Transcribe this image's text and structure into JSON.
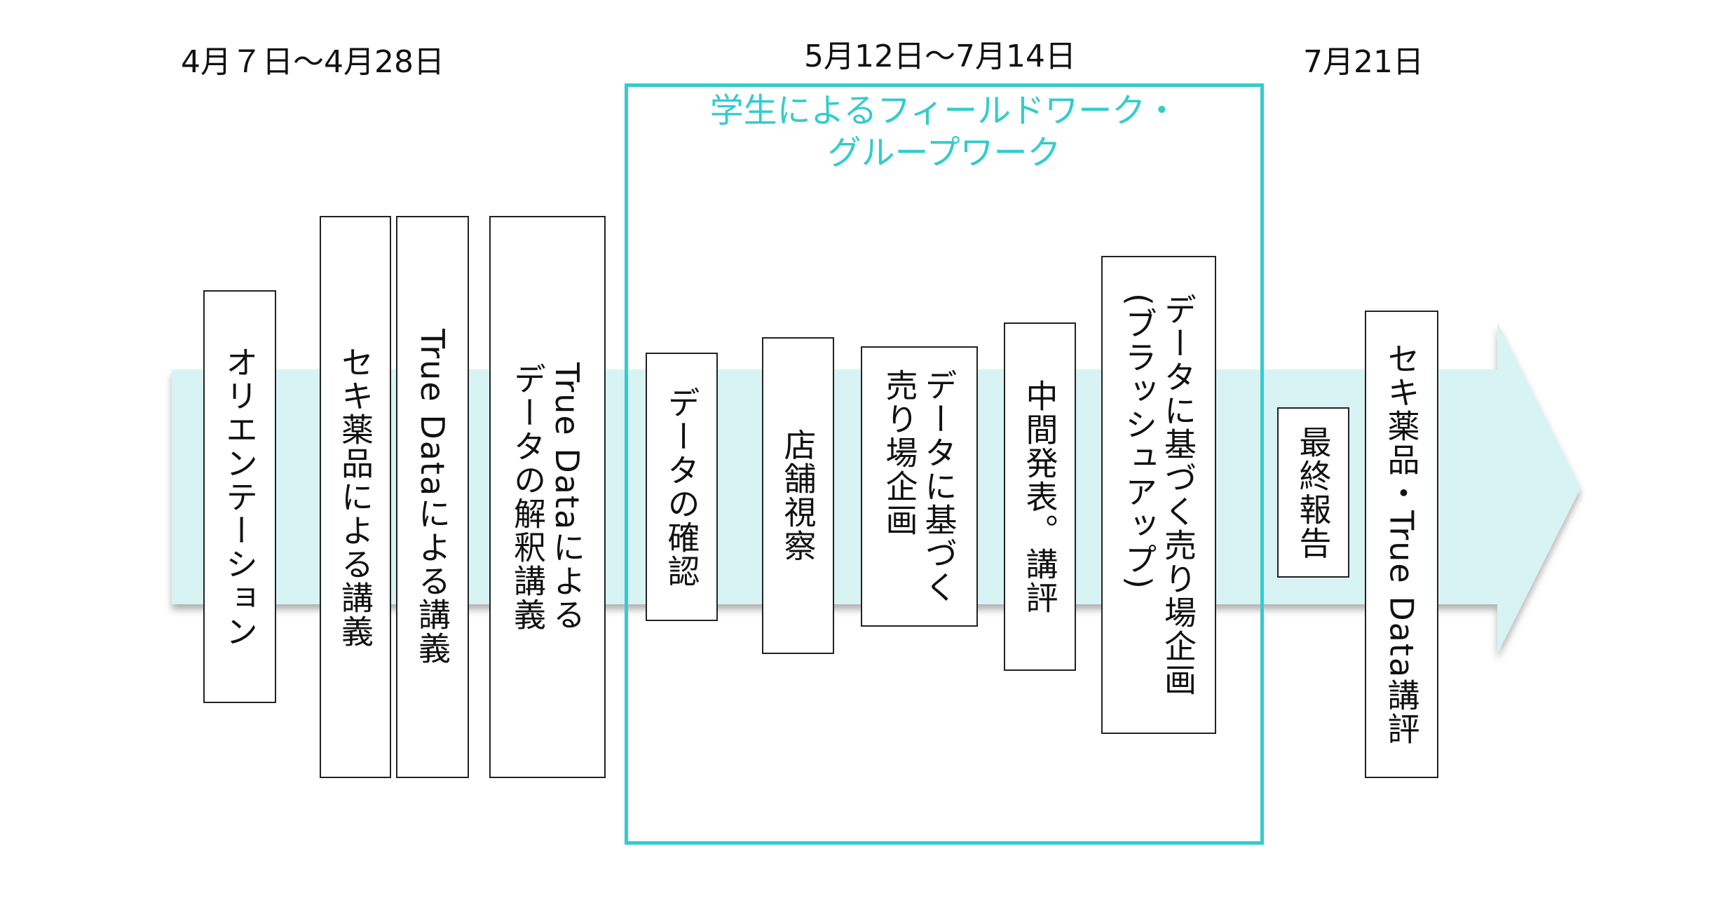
{
  "colors": {
    "accent": "#33cccc",
    "arrow_fill": "#d8f3f3"
  },
  "dates": {
    "phase1": "4月７日〜4月28日",
    "phase2": "5月12日〜7月14日",
    "phase3": "7月21日"
  },
  "fieldwork": {
    "title_line1": "学生によるフィールドワーク・",
    "title_line2": "グループワーク"
  },
  "steps": [
    {
      "lines": [
        "オリエンテーション"
      ]
    },
    {
      "lines": [
        "セキ薬品による講義"
      ]
    },
    {
      "lines": [
        "True Dataによる講義"
      ]
    },
    {
      "lines": [
        "True Dataによる",
        "データの解釈講義"
      ]
    },
    {
      "lines": [
        "データの確認"
      ]
    },
    {
      "lines": [
        "店舗視察"
      ]
    },
    {
      "lines": [
        "データに基づく",
        "売り場企画"
      ]
    },
    {
      "lines": [
        "中間発表。講評"
      ]
    },
    {
      "lines": [
        "データに基づく売り場企画",
        "(ブラッシュアップ)"
      ]
    },
    {
      "lines": [
        "最終報告"
      ]
    },
    {
      "lines": [
        "セキ薬品・True Data講評"
      ]
    }
  ]
}
